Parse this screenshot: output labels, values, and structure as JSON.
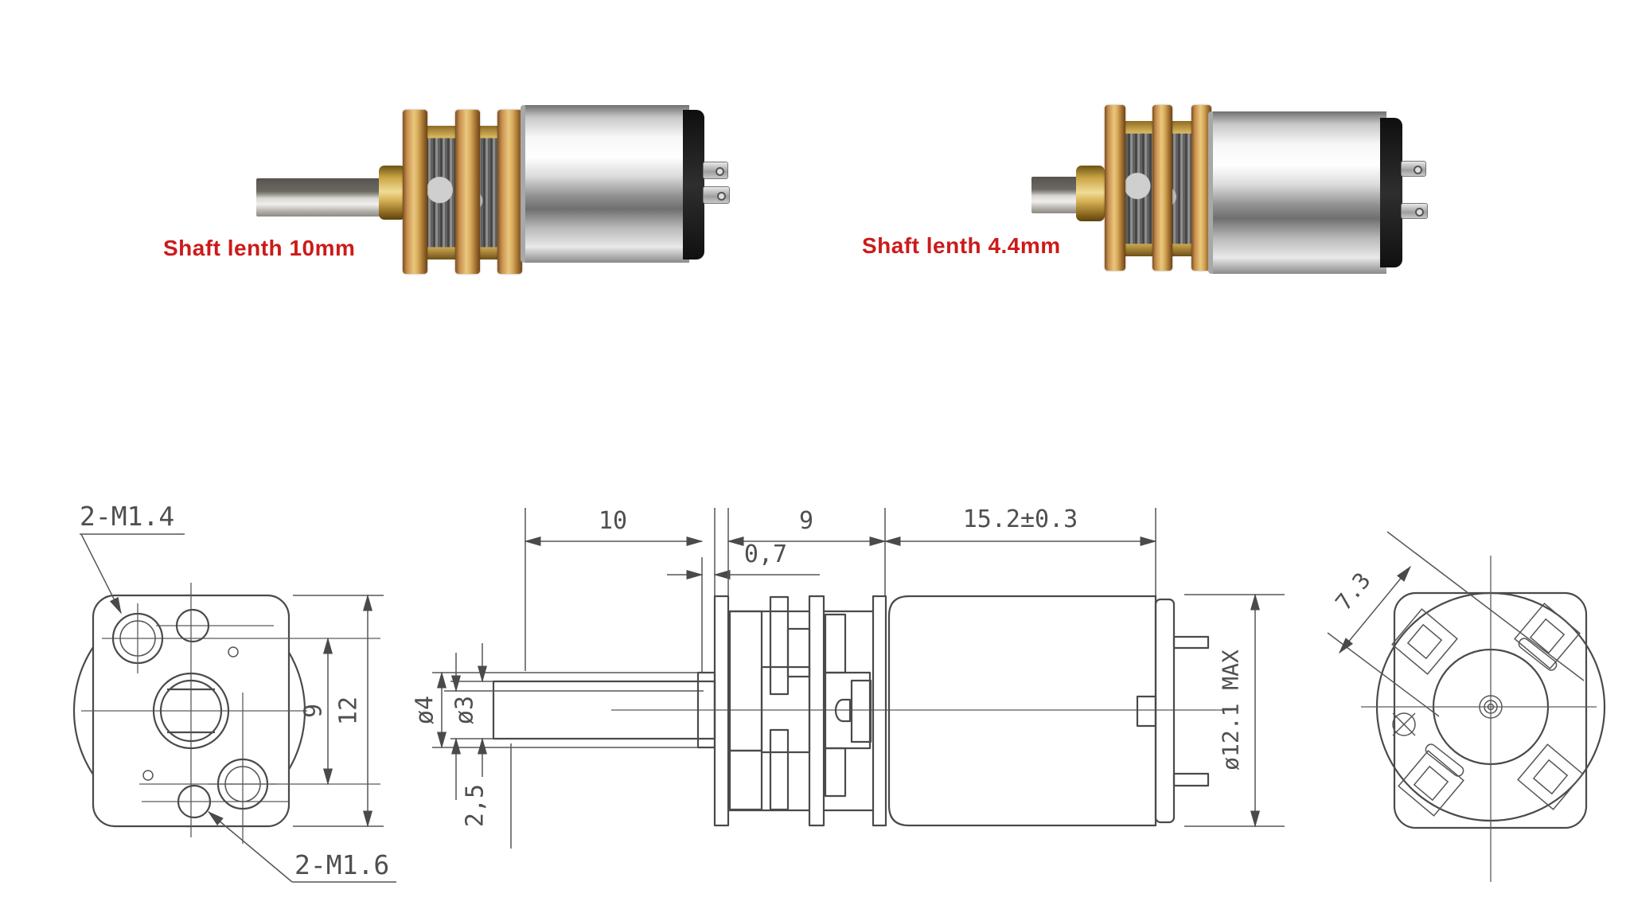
{
  "photos": {
    "left": {
      "caption": "Shaft lenth 10mm"
    },
    "right": {
      "caption": "Shaft lenth 4.4mm"
    }
  },
  "colors": {
    "caption_red": "#cd1a1a",
    "line_gray": "#4a4a4a",
    "brass": "#d8aa5a",
    "chrome": "#e9e9e9"
  },
  "drawing": {
    "front_view": {
      "thread_callout_top": "2-M1.4",
      "thread_callout_bottom": "2-M1.6",
      "hole_spacing": "9",
      "face_height": "12"
    },
    "side_view": {
      "shaft_length": "10",
      "gearbox_length": "9",
      "plate_offset": "0,7",
      "motor_length": "15.2±0.3",
      "boss_dia": "ø4",
      "shaft_dia": "ø3",
      "flat_dim": "2,5",
      "motor_dia": "ø12.1 MAX"
    },
    "rear_view": {
      "terminal_offset": "7.3"
    }
  }
}
